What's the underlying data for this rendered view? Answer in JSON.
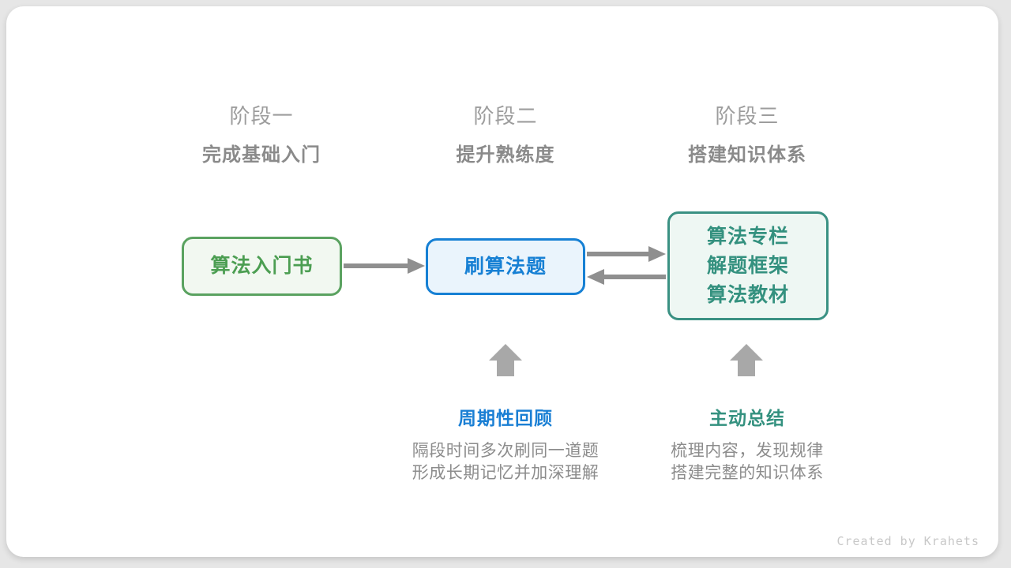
{
  "stages": [
    {
      "label": "阶段一",
      "subtitle": "完成基础入门"
    },
    {
      "label": "阶段二",
      "subtitle": "提升熟练度"
    },
    {
      "label": "阶段三",
      "subtitle": "搭建知识体系"
    }
  ],
  "nodes": {
    "intro_book": {
      "label": "算法入门书"
    },
    "practice": {
      "label": "刷算法题"
    },
    "resources": {
      "lines": [
        "算法专栏",
        "解题框架",
        "算法教材"
      ]
    }
  },
  "annotations": {
    "review": {
      "title": "周期性回顾",
      "lines": [
        "隔段时间多次刷同一道题",
        "形成长期记忆并加深理解"
      ]
    },
    "summarize": {
      "title": "主动总结",
      "lines": [
        "梳理内容，发现规律",
        "搭建完整的知识体系"
      ]
    }
  },
  "colors": {
    "green_border": "#5aa260",
    "green_fill": "#f2f8f1",
    "green_text": "#4c9e52",
    "blue_border": "#1680d4",
    "blue_fill": "#eaf4fc",
    "blue_text": "#1780d4",
    "teal_border": "#3a9183",
    "teal_fill": "#eef7f3",
    "teal_text": "#34917f",
    "connector_arrow": "#8f8f8f",
    "block_arrow": "#a8a8a8",
    "stage_label": "#9d9d9d",
    "stage_subtitle": "#8a8a8a",
    "description_text": "#8c8c8c"
  },
  "footer": {
    "credit": "Created by Krahets"
  }
}
